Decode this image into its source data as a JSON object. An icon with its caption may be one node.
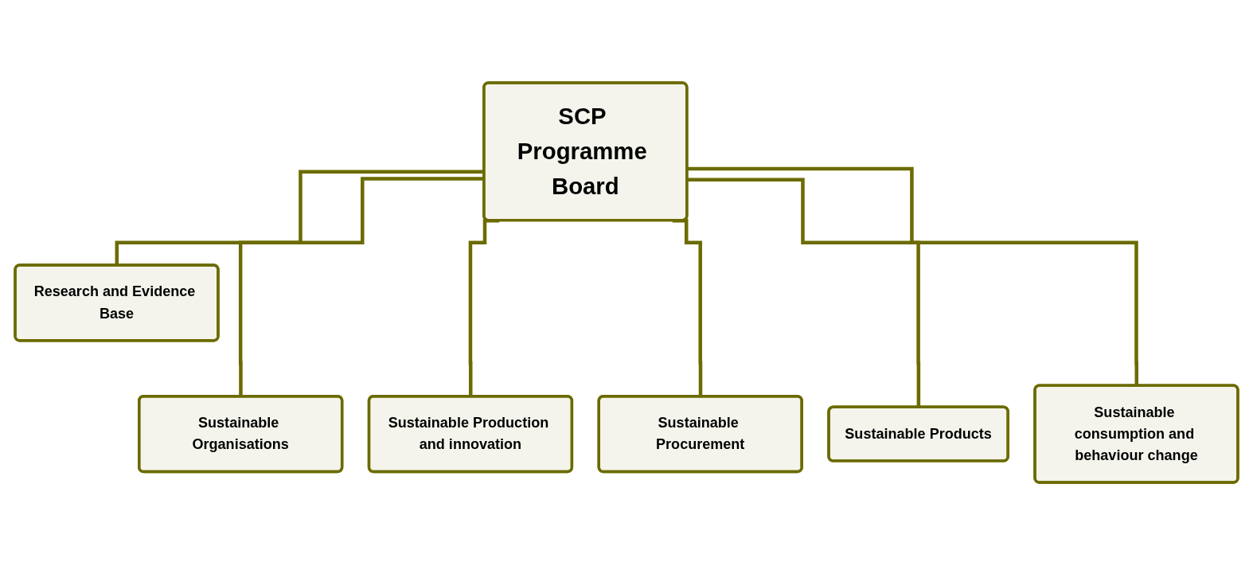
{
  "diagram": {
    "nodes": [
      {
        "text": [
          "SCP Programme Board"
        ]
      },
      {
        "text": [
          "Research and Evidence Base"
        ]
      },
      {
        "text": [
          "Sustainable Organisations"
        ]
      },
      {
        "text": [
          "Sustainable Production and innovation"
        ]
      },
      {
        "text": [
          "Sustainable Procurement"
        ]
      },
      {
        "text": [
          "Sustainable Products"
        ]
      },
      {
        "text": [
          "Sustainable consumption and behaviour change"
        ]
      }
    ],
    "edges": [
      {
        "from": 0,
        "to": 1,
        "arrow": "none"
      },
      {
        "from": 0,
        "to": 2,
        "arrow": "none"
      },
      {
        "from": 0,
        "to": 3,
        "arrow": "none"
      },
      {
        "from": 0,
        "to": 4,
        "arrow": "none"
      },
      {
        "from": 0,
        "to": 5,
        "arrow": "none"
      },
      {
        "from": 0,
        "to": 6,
        "arrow": "none"
      }
    ]
  }
}
